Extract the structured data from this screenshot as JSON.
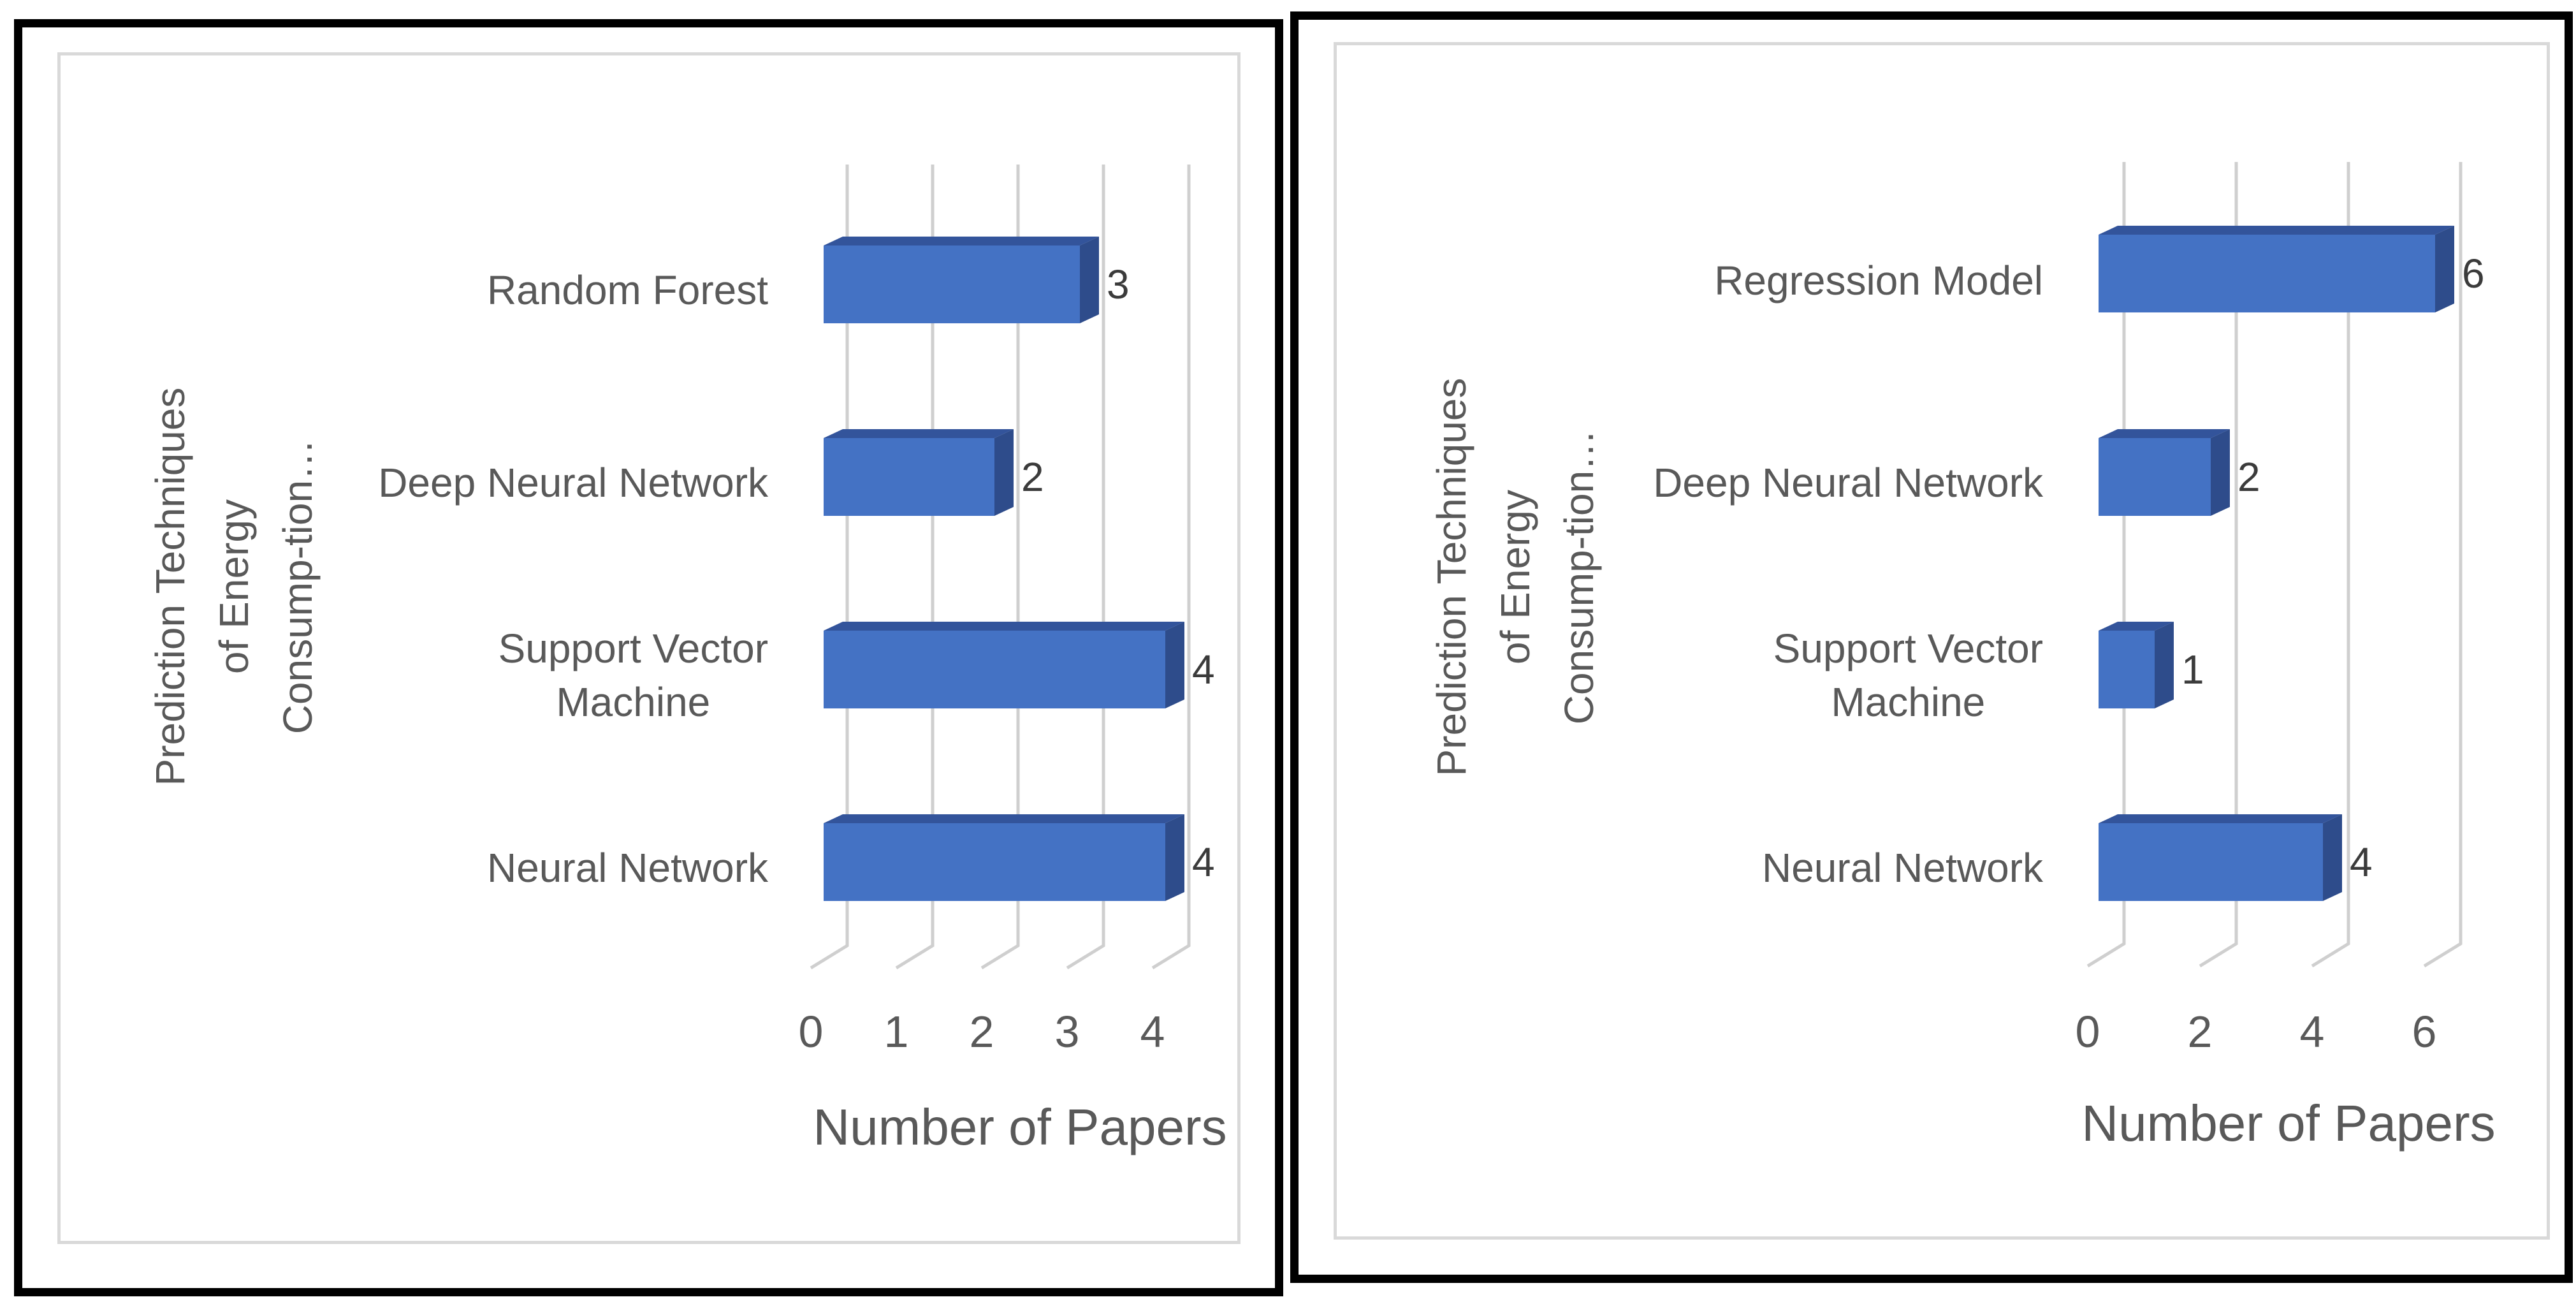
{
  "page": {
    "background_color": "#ffffff",
    "description_colors": {
      "box_border": "#000000",
      "chart_frame_border": "#D9D9D9",
      "gridline": "#CFCFCF",
      "axis_text": "#595959",
      "value_label_text": "#3B3B3B",
      "bar_front": "#4472C4",
      "bar_top": "#33549B",
      "bar_side": "#2E4C8B"
    }
  },
  "chart_data": [
    {
      "type": "bar",
      "orientation": "horizontal",
      "style": "3d",
      "title": "",
      "xlabel": "Number of Papers",
      "ylabel": "Prediction Techniques of Energy Consump-tion…",
      "ylabel_lines": [
        "Prediction Techniques",
        "of Energy",
        "Consump-tion…"
      ],
      "categories": [
        "Random Forest",
        "Deep Neural Network",
        "Support Vector Machine",
        "Neural Network"
      ],
      "category_label_lines": [
        [
          "Random Forest"
        ],
        [
          "Deep Neural Network"
        ],
        [
          "Support Vector",
          "Machine"
        ],
        [
          "Neural Network"
        ]
      ],
      "values": [
        3,
        2,
        4,
        4
      ],
      "data_labels": [
        "3",
        "2",
        "4",
        "4"
      ],
      "x_ticks": [
        0,
        1,
        2,
        3,
        4
      ],
      "x_tick_labels": [
        "0",
        "1",
        "2",
        "3",
        "4"
      ],
      "xlim": [
        0,
        4
      ],
      "grid": true,
      "legend": false,
      "bar_color": "#4472C4"
    },
    {
      "type": "bar",
      "orientation": "horizontal",
      "style": "3d",
      "title": "",
      "xlabel": "Number of Papers",
      "ylabel": "Prediction Techniques of Energy Consump-tion…",
      "ylabel_lines": [
        "Prediction Techniques",
        "of Energy",
        "Consump-tion…"
      ],
      "categories": [
        "Regression Model",
        "Deep Neural Network",
        "Support Vector Machine",
        "Neural Network"
      ],
      "category_label_lines": [
        [
          "Regression Model"
        ],
        [
          "Deep Neural Network"
        ],
        [
          "Support Vector",
          "Machine"
        ],
        [
          "Neural Network"
        ]
      ],
      "values": [
        6,
        2,
        1,
        4
      ],
      "data_labels": [
        "6",
        "2",
        "1",
        "4"
      ],
      "x_ticks": [
        0,
        2,
        4,
        6
      ],
      "x_tick_labels": [
        "0",
        "2",
        "4",
        "6"
      ],
      "xlim": [
        0,
        6
      ],
      "grid": true,
      "legend": false,
      "bar_color": "#4472C4"
    }
  ]
}
